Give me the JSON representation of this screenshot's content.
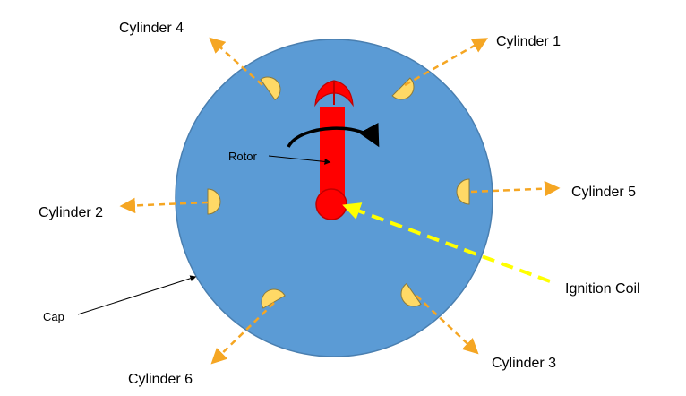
{
  "colors": {
    "cap_fill": "#5b9bd5",
    "cap_stroke": "#4a7fb0",
    "contact_fill": "#ffd966",
    "contact_stroke": "#8c7a3a",
    "rotor_red": "#ff0000",
    "rotor_dark": "#c00000",
    "arrow_orange": "#f5a623",
    "coil_yellow": "#ffff00",
    "label_black": "#000000"
  },
  "labels": {
    "cylinder_1": "Cylinder 1",
    "cylinder_2": "Cylinder 2",
    "cylinder_3": "Cylinder 3",
    "cylinder_4": "Cylinder 4",
    "cylinder_5": "Cylinder 5",
    "cylinder_6": "Cylinder 6",
    "rotor": "Rotor",
    "cap": "Cap",
    "ignition_coil": "Ignition Coil"
  }
}
